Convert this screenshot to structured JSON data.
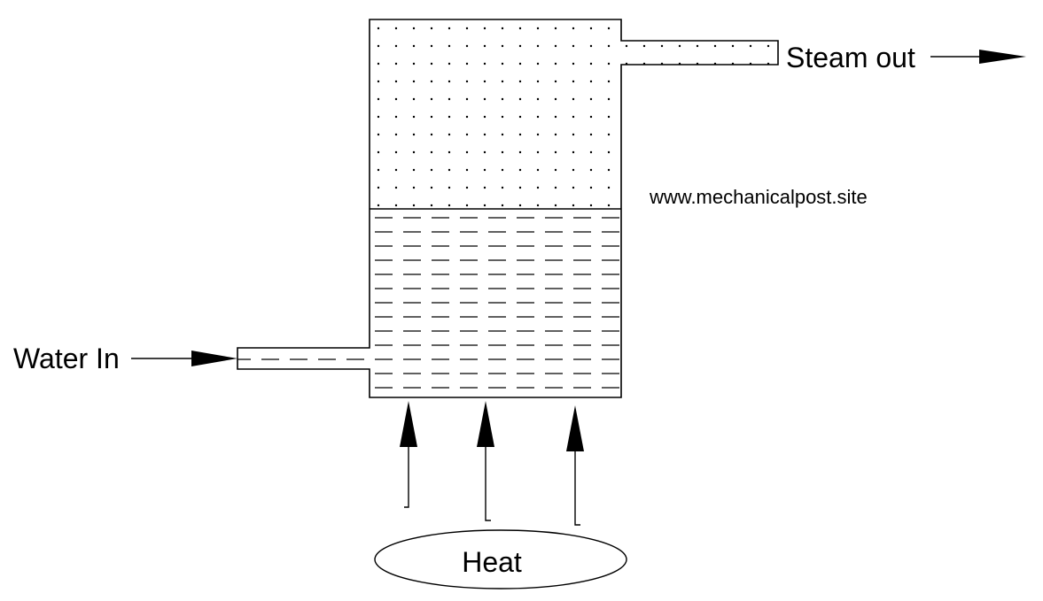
{
  "diagram": {
    "labels": {
      "steam_out": "Steam out",
      "water_in": "Water In",
      "heat": "Heat",
      "watermark": "www.mechanicalpost.site"
    },
    "colors": {
      "stroke": "#000000",
      "background": "#ffffff"
    }
  }
}
